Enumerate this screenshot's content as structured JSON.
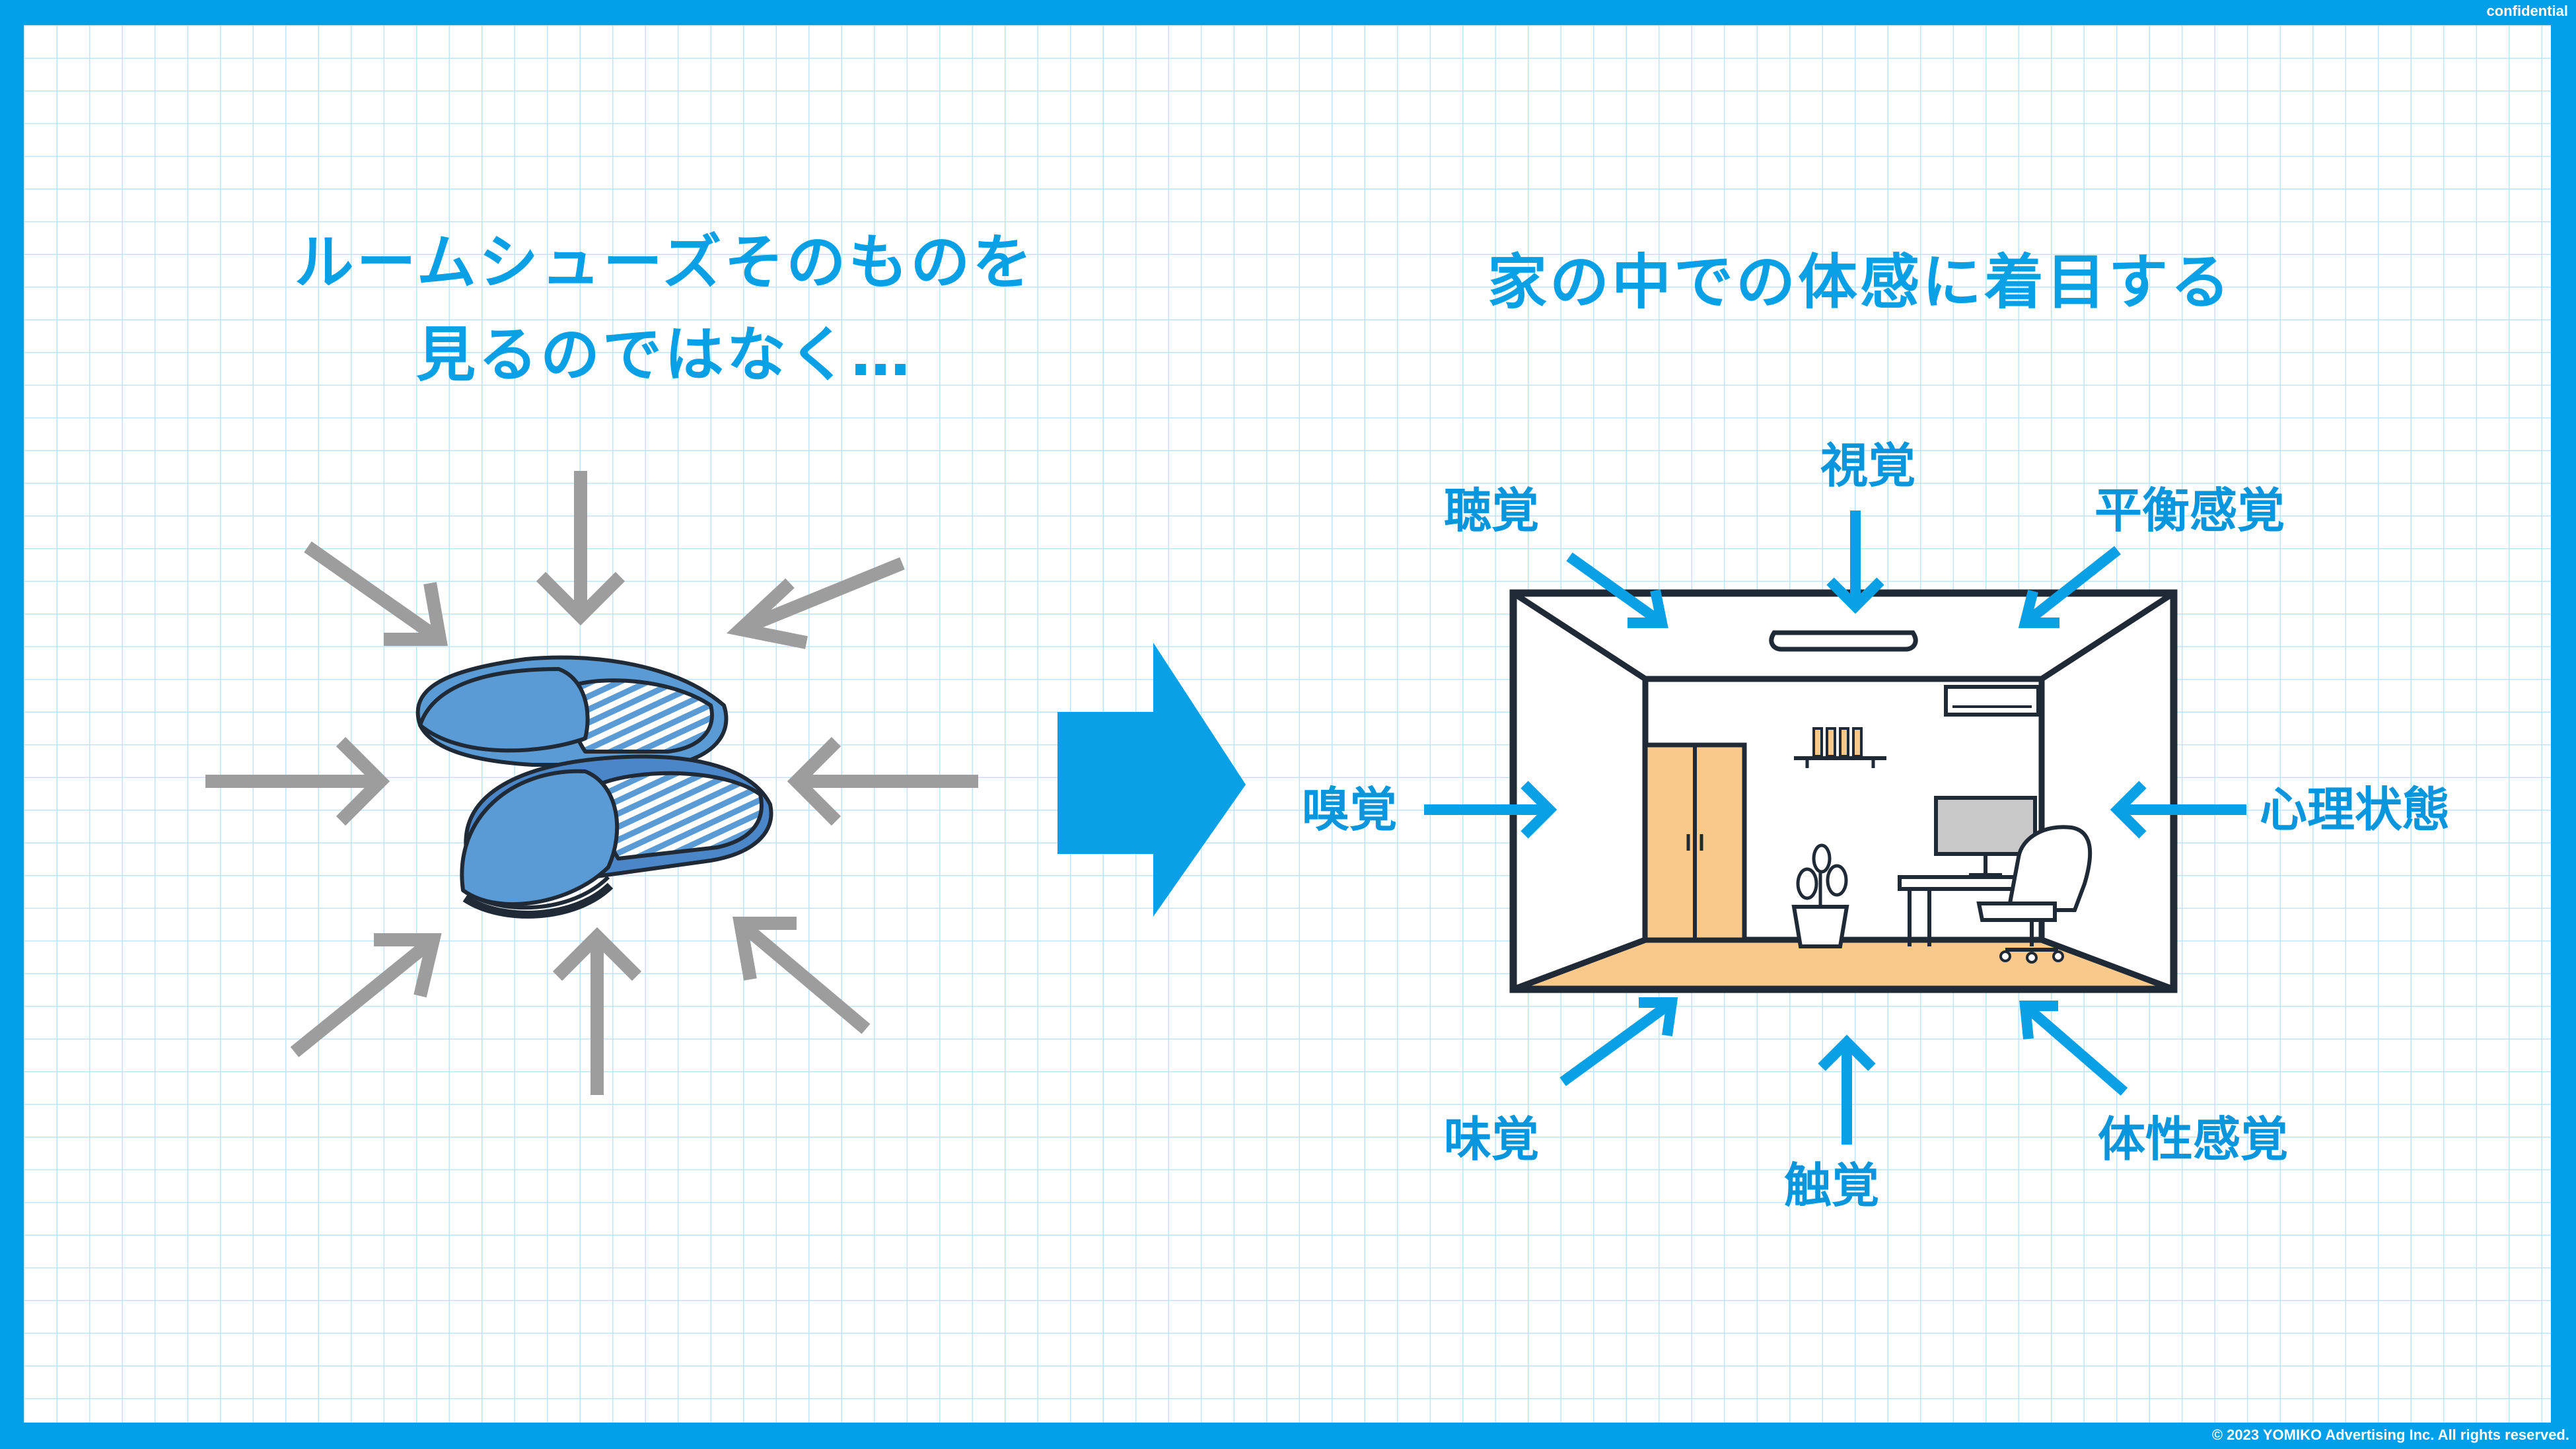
{
  "header": {
    "confidential_label": "confidential"
  },
  "footer": {
    "copyright": "© 2023 YOMIKO Advertising Inc. All rights reserved."
  },
  "left_panel": {
    "title_line1": "ルームシューズそのものを",
    "title_line2": "見るのではなく…"
  },
  "right_panel": {
    "title": "家の中での体感に着目する",
    "senses": {
      "sight": "視覚",
      "hearing": "聴覚",
      "balance": "平衡感覚",
      "smell": "嗅覚",
      "mental_state": "心理状態",
      "taste": "味覚",
      "touch": "触覚",
      "somatic": "体性感覚"
    }
  },
  "colors": {
    "frame": "#009fe8",
    "accent_blue": "#0aa0e6",
    "gray_arrow": "#9d9d9d",
    "slipper_blue": "#5b9bd5",
    "wood": "#f9c98c",
    "floor": "#f9c98c"
  },
  "icons": {
    "slippers": "slippers-illustration",
    "room": "room-interior-illustration",
    "transition": "big-right-arrow-icon"
  }
}
